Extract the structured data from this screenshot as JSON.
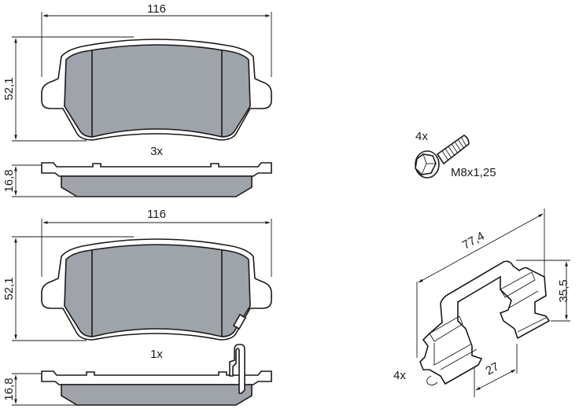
{
  "colors": {
    "friction_material": "#9ea4aa",
    "line": "#1a1a1a",
    "background": "#ffffff"
  },
  "pad_set_1": {
    "width_label": "116",
    "height_label": "52,1",
    "quantity_label": "3x",
    "thickness_label": "16,8"
  },
  "pad_set_2": {
    "width_label": "116",
    "height_label": "52,1",
    "quantity_label": "1x",
    "thickness_label": "16,8",
    "wear_indicator": "wear-sensor-clip"
  },
  "bolt": {
    "quantity_label": "4x",
    "thread_label": "M8x1,25"
  },
  "clip": {
    "quantity_label": "4x",
    "length_label": "77,4",
    "height_label": "35,5",
    "width_label": "27"
  }
}
